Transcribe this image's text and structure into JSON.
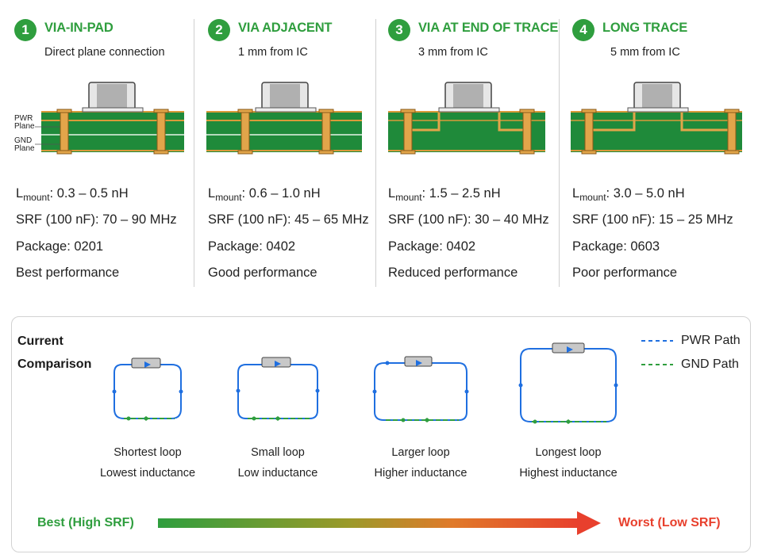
{
  "columns": [
    {
      "number": "1",
      "title": "VIA-IN-PAD",
      "subtitle": "Direct plane connection",
      "lmount_label": "L",
      "lmount_sub": "mount",
      "lmount_value": ":  0.3 – 0.5 nH",
      "srf": "SRF (100 nF):  70 – 90 MHz",
      "package": "Package:  0201",
      "performance": "Best performance"
    },
    {
      "number": "2",
      "title": "VIA ADJACENT",
      "subtitle": "1 mm from IC",
      "lmount_label": "L",
      "lmount_sub": "mount",
      "lmount_value": ":  0.6 – 1.0 nH",
      "srf": "SRF (100 nF):  45 – 65 MHz",
      "package": "Package:  0402",
      "performance": "Good performance"
    },
    {
      "number": "3",
      "title": "VIA AT END OF TRACE",
      "subtitle": "3 mm from IC",
      "lmount_label": "L",
      "lmount_sub": "mount",
      "lmount_value": ":  1.5 – 2.5 nH",
      "srf": "SRF (100 nF):  30 – 40 MHz",
      "package": "Package:  0402",
      "performance": "Reduced performance"
    },
    {
      "number": "4",
      "title": "LONG TRACE",
      "subtitle": "5 mm from IC",
      "lmount_label": "L",
      "lmount_sub": "mount",
      "lmount_value": ":  3.0 – 5.0 nH",
      "srf": "SRF (100 nF):  15 – 25 MHz",
      "package": "Package:  0603",
      "performance": "Poor performance"
    }
  ],
  "plane_labels": {
    "pwr": [
      "PWR",
      "Plane"
    ],
    "gnd": [
      "GND",
      "Plane"
    ]
  },
  "comparison": {
    "title_line1": "Current",
    "title_line2": "Comparison",
    "legend_pwr": "PWR Path",
    "legend_gnd": "GND Path",
    "loops": [
      {
        "line1": "Shortest loop",
        "line2": "Lowest inductance"
      },
      {
        "line1": "Small loop",
        "line2": "Low inductance"
      },
      {
        "line1": "Larger loop",
        "line2": "Higher inductance"
      },
      {
        "line1": "Longest loop",
        "line2": "Highest inductance"
      }
    ],
    "best_label": "Best (High SRF)",
    "worst_label": "Worst (Low SRF)"
  },
  "colors": {
    "accent_green": "#2f9e3e",
    "pcb_green": "#1f8a3a",
    "copper": "#d99a3a",
    "pwr_path": "#1f6fe0",
    "gnd_path": "#2f9e3e",
    "worst_red": "#e8402d"
  }
}
